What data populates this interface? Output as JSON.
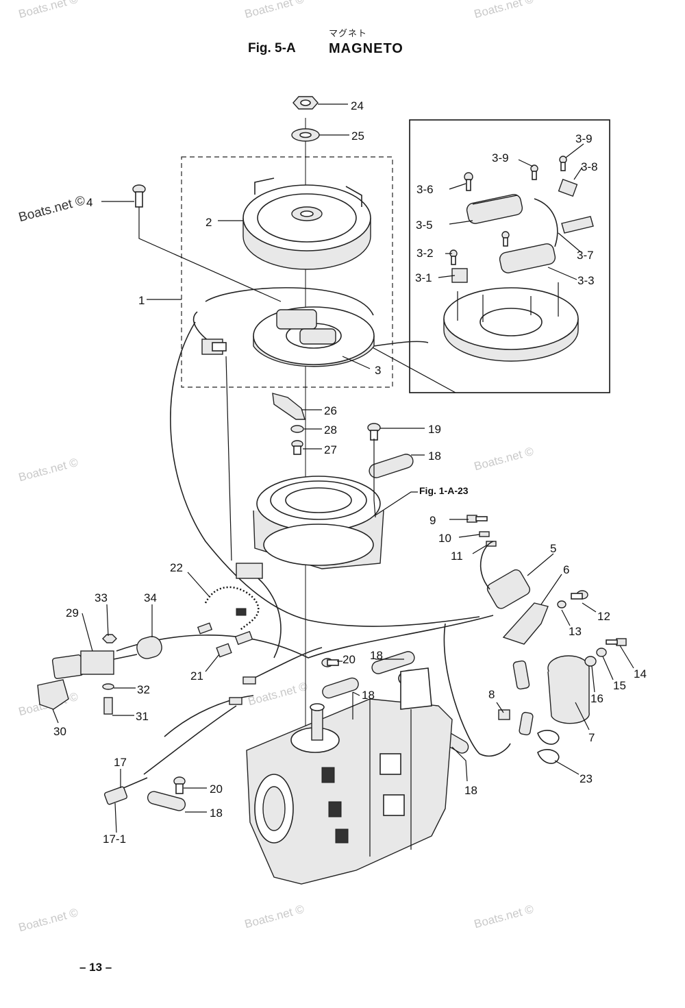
{
  "header": {
    "katakana": "マグネト",
    "figure": "Fig. 5-A",
    "title": "MAGNETO"
  },
  "page_number": "– 13 –",
  "watermark": "Boats.net ©",
  "callouts": [
    {
      "id": "lbl-24",
      "text": "24"
    },
    {
      "id": "lbl-25",
      "text": "25"
    },
    {
      "id": "lbl-4",
      "text": "4"
    },
    {
      "id": "lbl-2",
      "text": "2"
    },
    {
      "id": "lbl-1",
      "text": "1"
    },
    {
      "id": "lbl-3",
      "text": "3"
    },
    {
      "id": "lbl-3-9a",
      "text": "3-9"
    },
    {
      "id": "lbl-3-9b",
      "text": "3-9"
    },
    {
      "id": "lbl-3-8",
      "text": "3-8"
    },
    {
      "id": "lbl-3-6",
      "text": "3-6"
    },
    {
      "id": "lbl-3-5",
      "text": "3-5"
    },
    {
      "id": "lbl-3-7",
      "text": "3-7"
    },
    {
      "id": "lbl-3-2",
      "text": "3-2"
    },
    {
      "id": "lbl-3-1",
      "text": "3-1"
    },
    {
      "id": "lbl-3-3",
      "text": "3-3"
    },
    {
      "id": "lbl-26",
      "text": "26"
    },
    {
      "id": "lbl-28",
      "text": "28"
    },
    {
      "id": "lbl-27",
      "text": "27"
    },
    {
      "id": "lbl-19",
      "text": "19"
    },
    {
      "id": "lbl-18a",
      "text": "18"
    },
    {
      "id": "lbl-fig1a23",
      "text": "Fig. 1-A-23"
    },
    {
      "id": "lbl-9",
      "text": "9"
    },
    {
      "id": "lbl-10",
      "text": "10"
    },
    {
      "id": "lbl-11",
      "text": "11"
    },
    {
      "id": "lbl-5",
      "text": "5"
    },
    {
      "id": "lbl-6",
      "text": "6"
    },
    {
      "id": "lbl-12",
      "text": "12"
    },
    {
      "id": "lbl-13",
      "text": "13"
    },
    {
      "id": "lbl-14",
      "text": "14"
    },
    {
      "id": "lbl-15",
      "text": "15"
    },
    {
      "id": "lbl-16",
      "text": "16"
    },
    {
      "id": "lbl-7",
      "text": "7"
    },
    {
      "id": "lbl-8",
      "text": "8"
    },
    {
      "id": "lbl-23",
      "text": "23"
    },
    {
      "id": "lbl-22",
      "text": "22"
    },
    {
      "id": "lbl-33",
      "text": "33"
    },
    {
      "id": "lbl-34",
      "text": "34"
    },
    {
      "id": "lbl-29",
      "text": "29"
    },
    {
      "id": "lbl-21",
      "text": "21"
    },
    {
      "id": "lbl-20a",
      "text": "20"
    },
    {
      "id": "lbl-18b",
      "text": "18"
    },
    {
      "id": "lbl-18c",
      "text": "18"
    },
    {
      "id": "lbl-32",
      "text": "32"
    },
    {
      "id": "lbl-30",
      "text": "30"
    },
    {
      "id": "lbl-31",
      "text": "31"
    },
    {
      "id": "lbl-17",
      "text": "17"
    },
    {
      "id": "lbl-20b",
      "text": "20"
    },
    {
      "id": "lbl-18d",
      "text": "18"
    },
    {
      "id": "lbl-18e",
      "text": "18"
    },
    {
      "id": "lbl-17-1",
      "text": "17-1"
    }
  ]
}
